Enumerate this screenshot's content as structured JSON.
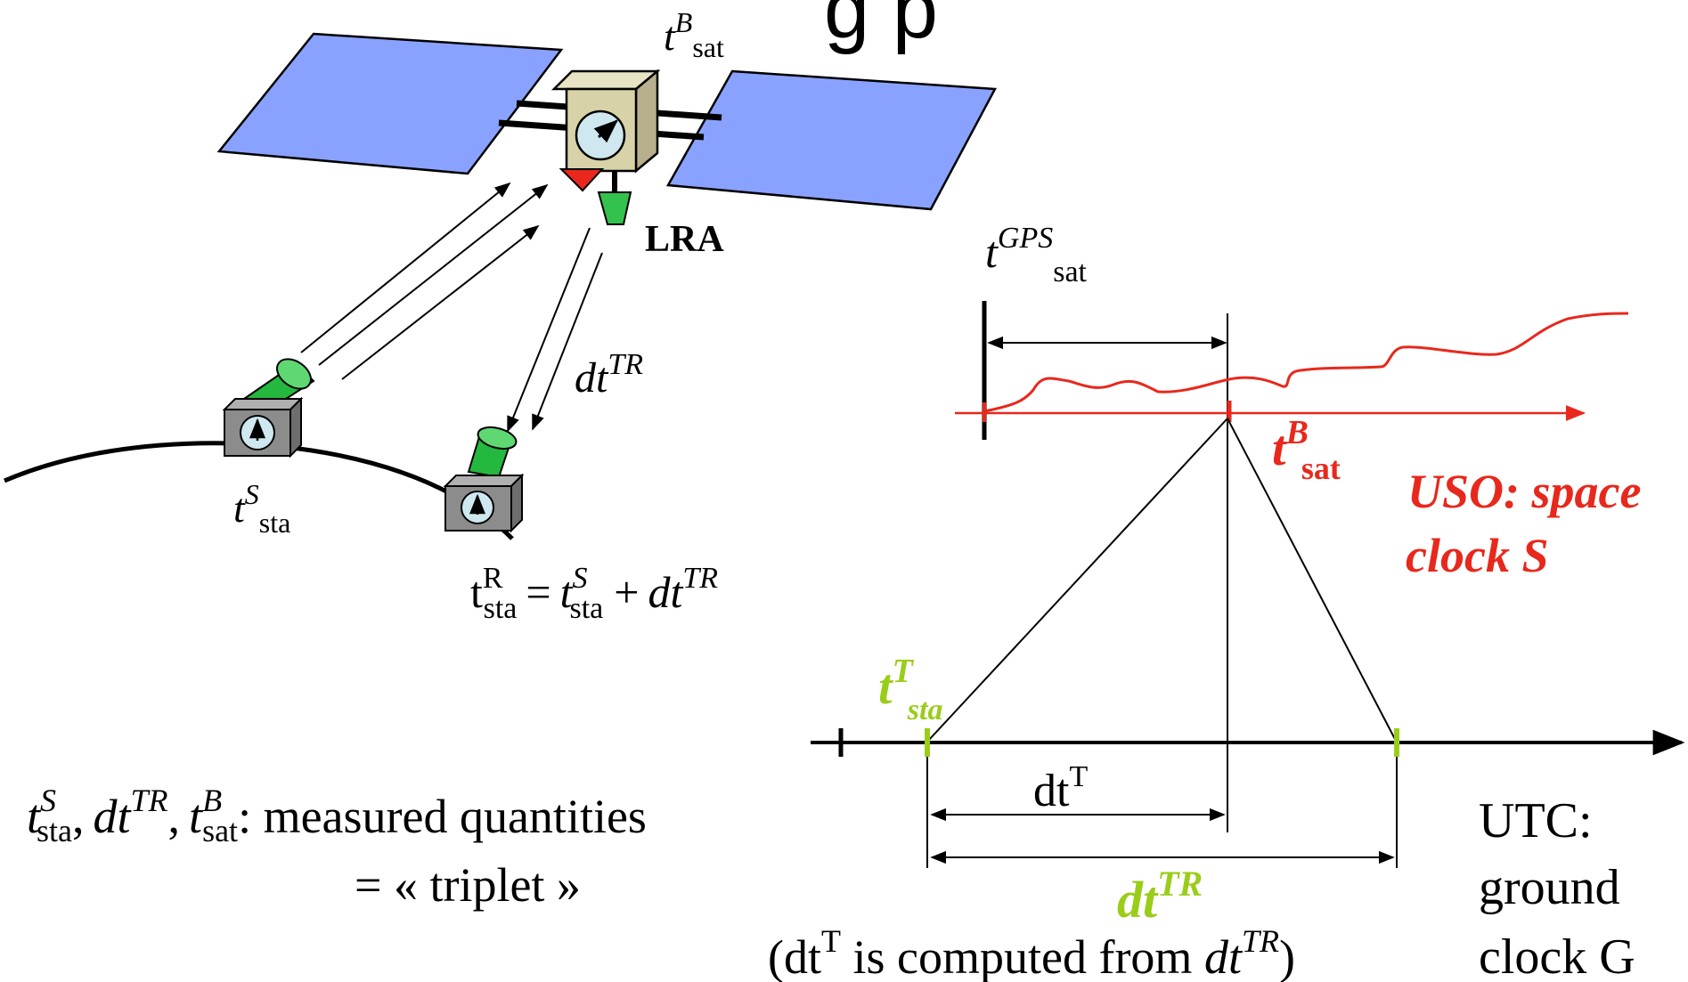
{
  "title_fragment": "g p",
  "colors": {
    "panel": "#8aa2ff",
    "sat_body": "#d8d2a8",
    "green": "#33c24d",
    "red": "#e8281c",
    "lime": "#9acd1a",
    "station": "#8c8c8c",
    "dial": "#cfe8f0"
  },
  "satellite": {
    "clock_label": {
      "base": "t",
      "sup": "B",
      "sub": "sat"
    },
    "lra_label": "LRA"
  },
  "stations": {
    "start_label": {
      "base": "t",
      "sup": "S",
      "sub": "sta"
    },
    "travel_label": {
      "base": "dt",
      "sup": "TR"
    },
    "receive_eq": {
      "lhs_base": "t",
      "lhs_sup": "R",
      "lhs_sub": "sta",
      "eq": "=",
      "t_base": "t",
      "t_sup": "S",
      "t_sub": "sta",
      "plus": "+",
      "dt_base": "dt",
      "dt_sup": "TR"
    }
  },
  "timing": {
    "gps_label": {
      "base": "t",
      "sup": "GPS",
      "sub": "sat"
    },
    "sat_clock_label": {
      "base": "t",
      "sup": "B",
      "sub": "sat"
    },
    "space_clock_line1": "USO: space",
    "space_clock_line2": "clock S",
    "tsta_label": {
      "base": "t",
      "sup": "T",
      "sub": "sta"
    },
    "dtT_label": {
      "base": "dt",
      "sup": "T"
    },
    "dtTR_label": {
      "base": "dt",
      "sup": "TR"
    },
    "note": {
      "open": "(dt",
      "sup1": "T",
      "mid": " is computed from ",
      "dt": "dt",
      "sup2": "TR",
      "close": ")"
    },
    "ground_line1": "UTC:",
    "ground_line2": "ground",
    "ground_line3": "clock G"
  },
  "triplet": {
    "t1_base": "t",
    "t1_sup": "S",
    "t1_sub": "sta",
    "sep1": ",",
    "dt_base": "dt",
    "dt_sup": "TR",
    "sep2": ",",
    "t2_base": "t",
    "t2_sup": "B",
    "t2_sub": "sat",
    "suffix": ": measured quantities",
    "line2": "= « triplet »"
  }
}
